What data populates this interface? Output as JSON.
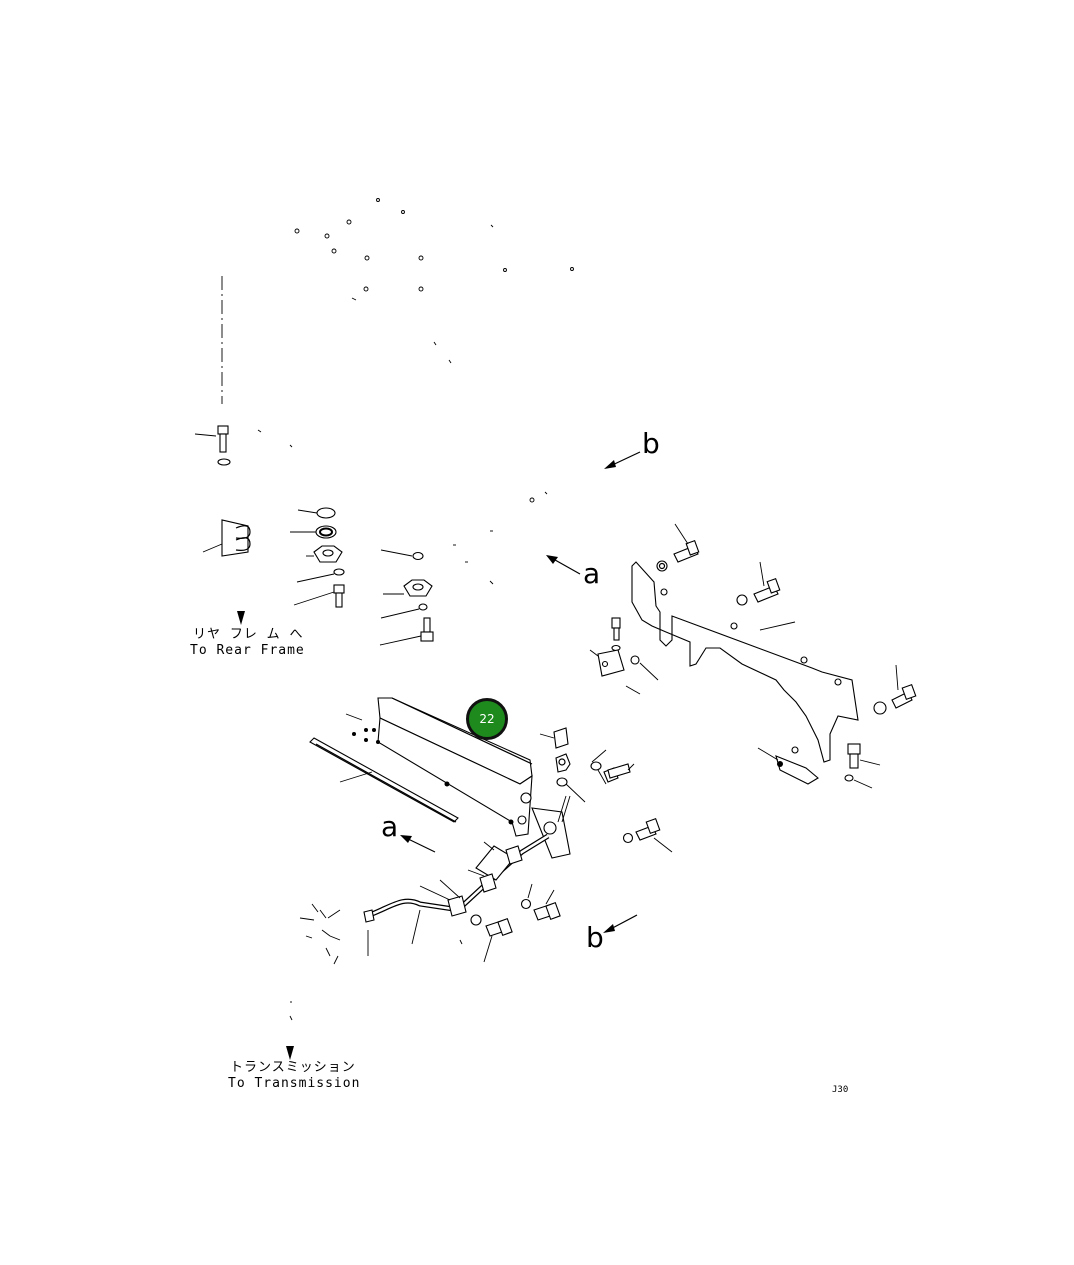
{
  "callout": {
    "number": "22",
    "color": "#1e8a1e"
  },
  "view_marks": {
    "a_top": "a",
    "b_top": "b",
    "a_bottom": "a",
    "b_bottom": "b"
  },
  "notes": {
    "rear_frame_jp": "リヤ フレ ム へ",
    "rear_frame_en": "To Rear Frame",
    "transmission_jp": "トランスミッション",
    "transmission_en": "To Transmission"
  },
  "figure_code": "J30 "
}
